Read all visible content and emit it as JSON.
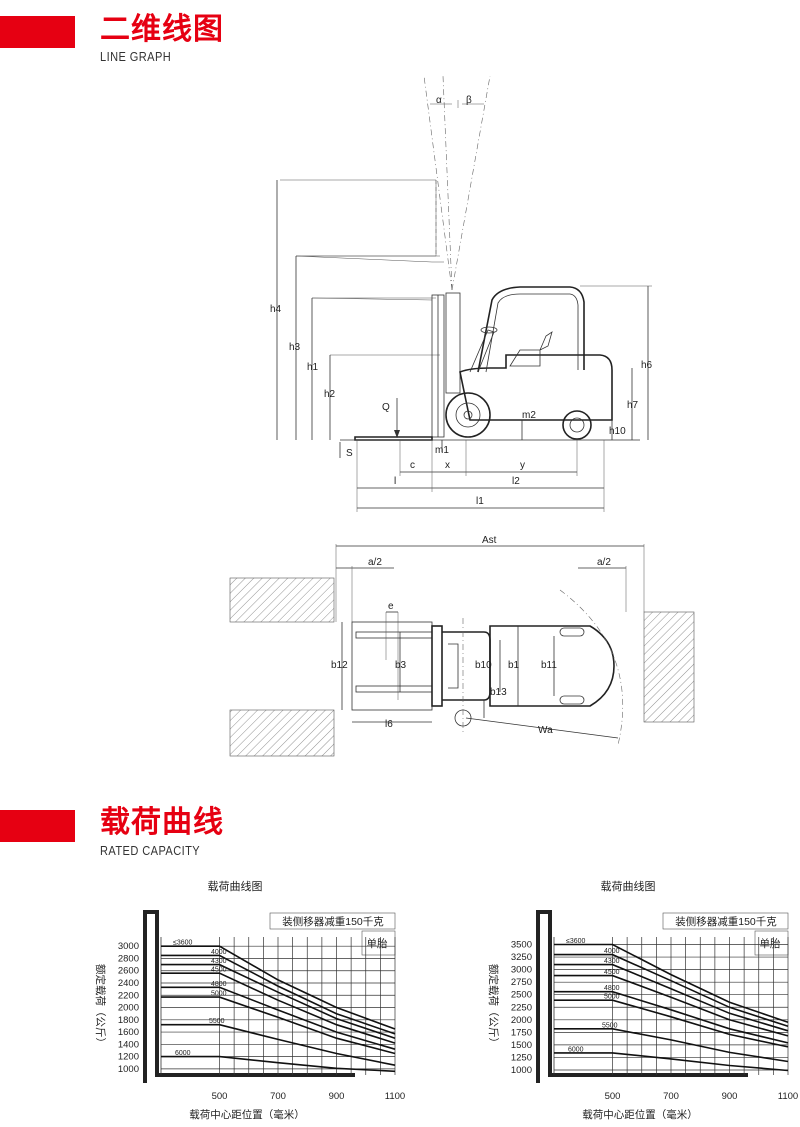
{
  "section1": {
    "title": "二维线图",
    "subtitle": "LINE GRAPH"
  },
  "section2": {
    "title": "载荷曲线",
    "subtitle": "RATED CAPACITY"
  },
  "side_view": {
    "labels": {
      "alpha": "α",
      "beta": "β",
      "h4": "h4",
      "h3": "h3",
      "h1": "h1",
      "h2": "h2",
      "h6": "h6",
      "h7": "h7",
      "h10": "h10",
      "Q": "Q",
      "S": "S",
      "m1": "m1",
      "m2": "m2",
      "c": "c",
      "x": "x",
      "y": "y",
      "l": "l",
      "l2": "l2",
      "l1": "l1"
    }
  },
  "top_view": {
    "labels": {
      "Ast": "Ast",
      "a2_left": "a/2",
      "a2_right": "a/2",
      "e": "e",
      "b12": "b12",
      "b3": "b3",
      "b10": "b10",
      "b1": "b1",
      "b11": "b11",
      "b13": "b13",
      "l6": "l6",
      "Wa": "Wa"
    }
  },
  "chart_data": [
    {
      "type": "line",
      "title": "载荷曲线图",
      "xlabel": "载荷中心距位置（毫米）",
      "ylabel": "额定载荷（公斤）",
      "note": "装侧移器减重150千克",
      "tyre": "单胎",
      "x_ticks": [
        500,
        700,
        900,
        1100
      ],
      "y_ticks": [
        1000,
        1200,
        1400,
        1600,
        1800,
        2000,
        2200,
        2400,
        2600,
        2800,
        3000
      ],
      "ylim": [
        900,
        3150
      ],
      "xlim": [
        300,
        1100
      ],
      "series": [
        {
          "name": "≤3600",
          "x": [
            300,
            500,
            700,
            900,
            1100
          ],
          "y": [
            3000,
            3000,
            2450,
            2000,
            1650
          ]
        },
        {
          "name": "4000",
          "x": [
            300,
            500,
            700,
            900,
            1100
          ],
          "y": [
            2850,
            2850,
            2350,
            1900,
            1570
          ]
        },
        {
          "name": "4300",
          "x": [
            300,
            500,
            700,
            900,
            1100
          ],
          "y": [
            2700,
            2700,
            2250,
            1820,
            1500
          ]
        },
        {
          "name": "4500",
          "x": [
            300,
            500,
            700,
            900,
            1100
          ],
          "y": [
            2560,
            2560,
            2120,
            1720,
            1420
          ]
        },
        {
          "name": "4800",
          "x": [
            300,
            500,
            700,
            900,
            1100
          ],
          "y": [
            2330,
            2330,
            1960,
            1600,
            1320
          ]
        },
        {
          "name": "5000",
          "x": [
            300,
            500,
            700,
            900,
            1100
          ],
          "y": [
            2170,
            2170,
            1840,
            1500,
            1250
          ]
        },
        {
          "name": "5500",
          "x": [
            300,
            500,
            700,
            900,
            1100
          ],
          "y": [
            1720,
            1720,
            1480,
            1250,
            1060
          ]
        },
        {
          "name": "6000",
          "x": [
            300,
            500,
            700,
            900,
            1100
          ],
          "y": [
            1200,
            1200,
            1100,
            1010,
            960
          ]
        }
      ]
    },
    {
      "type": "line",
      "title": "载荷曲线图",
      "xlabel": "载荷中心距位置（毫米）",
      "ylabel": "额定载荷（公斤）",
      "note": "装侧移器减重150千克",
      "tyre": "单胎",
      "x_ticks": [
        500,
        700,
        900,
        1100
      ],
      "y_ticks": [
        1000,
        1250,
        1500,
        1750,
        2000,
        2250,
        2500,
        2750,
        3000,
        3250,
        3500
      ],
      "ylim": [
        900,
        3650
      ],
      "xlim": [
        300,
        1100
      ],
      "series": [
        {
          "name": "≤3600",
          "x": [
            300,
            500,
            700,
            900,
            1100
          ],
          "y": [
            3500,
            3500,
            2900,
            2350,
            1950
          ]
        },
        {
          "name": "4000",
          "x": [
            300,
            500,
            700,
            900,
            1100
          ],
          "y": [
            3300,
            3300,
            2780,
            2250,
            1870
          ]
        },
        {
          "name": "4300",
          "x": [
            300,
            500,
            700,
            900,
            1100
          ],
          "y": [
            3100,
            3100,
            2620,
            2130,
            1780
          ]
        },
        {
          "name": "4500",
          "x": [
            300,
            500,
            700,
            900,
            1100
          ],
          "y": [
            2880,
            2880,
            2450,
            2000,
            1680
          ]
        },
        {
          "name": "4800",
          "x": [
            300,
            500,
            700,
            900,
            1100
          ],
          "y": [
            2560,
            2560,
            2200,
            1820,
            1540
          ]
        },
        {
          "name": "5000",
          "x": [
            300,
            500,
            700,
            900,
            1100
          ],
          "y": [
            2390,
            2390,
            2060,
            1710,
            1460
          ]
        },
        {
          "name": "5500",
          "x": [
            300,
            500,
            700,
            900,
            1100
          ],
          "y": [
            1820,
            1820,
            1600,
            1350,
            1170
          ]
        },
        {
          "name": "6000",
          "x": [
            300,
            500,
            700,
            900,
            1100
          ],
          "y": [
            1340,
            1340,
            1220,
            1090,
            990
          ]
        }
      ]
    }
  ]
}
